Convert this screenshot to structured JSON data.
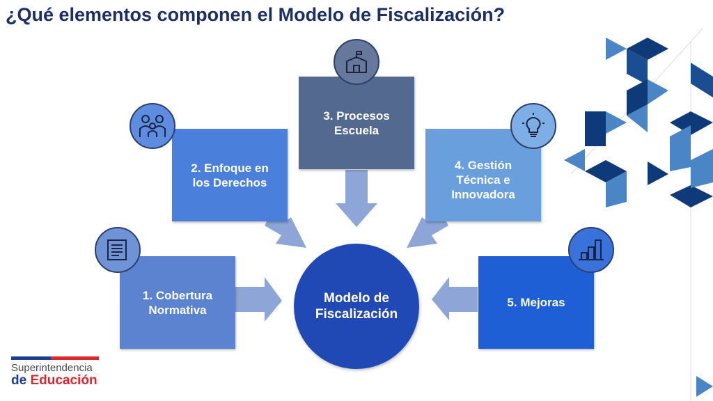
{
  "title": "¿Qué elementos componen el Modelo de Fiscalización?",
  "center": {
    "label": "Modelo de\nFiscalización"
  },
  "boxes": [
    {
      "label": "1. Cobertura\nNormativa",
      "icon": "document-icon"
    },
    {
      "label": "2. Enfoque en\nlos Derechos",
      "icon": "family-icon"
    },
    {
      "label": "3. Procesos\nEscuela",
      "icon": "school-icon"
    },
    {
      "label": "4. Gestión\nTécnica e\nInnovadora",
      "icon": "lightbulb-icon"
    },
    {
      "label": "5. Mejoras",
      "icon": "bar-chart-icon"
    }
  ],
  "logo": {
    "line1": "Superintendencia",
    "line2a": "de",
    "line2b": "Educación"
  },
  "colors": {
    "title": "#1b2f66",
    "center": "#2149b5",
    "arrow": "#8ea5d8",
    "box1": "#5b83d0",
    "box2": "#4a7fdc",
    "box3": "#53698f",
    "box4": "#6a9fdd",
    "box5": "#1f5fd6"
  }
}
